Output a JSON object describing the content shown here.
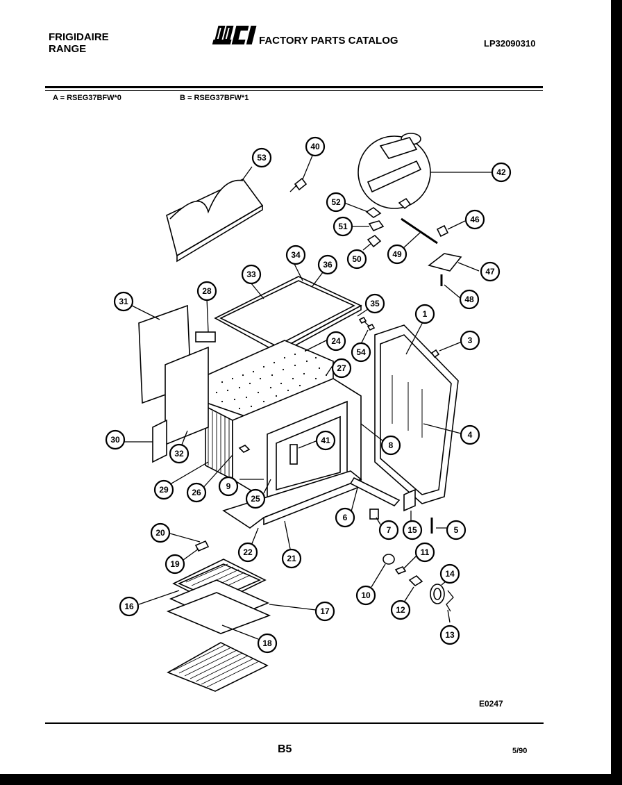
{
  "header": {
    "brand_line1": "FRIGIDAIRE",
    "brand_line2": "RANGE",
    "logo_text": "WCI",
    "catalog_title": "FACTORY PARTS CATALOG",
    "catalog_number": "LP32090310"
  },
  "models": {
    "a": "A = RSEG37BFW*0",
    "b": "B = RSEG37BFW*1"
  },
  "callouts": [
    "1",
    "3",
    "4",
    "5",
    "6",
    "7",
    "8",
    "9",
    "10",
    "11",
    "12",
    "13",
    "14",
    "15",
    "16",
    "17",
    "18",
    "19",
    "20",
    "21",
    "22",
    "24",
    "25",
    "26",
    "27",
    "28",
    "29",
    "30",
    "31",
    "32",
    "33",
    "34",
    "35",
    "36",
    "40",
    "41",
    "42",
    "46",
    "47",
    "48",
    "49",
    "50",
    "51",
    "52",
    "53",
    "54"
  ],
  "footer": {
    "diagram_code": "E0247",
    "page_number": "B5",
    "date": "5/90"
  }
}
